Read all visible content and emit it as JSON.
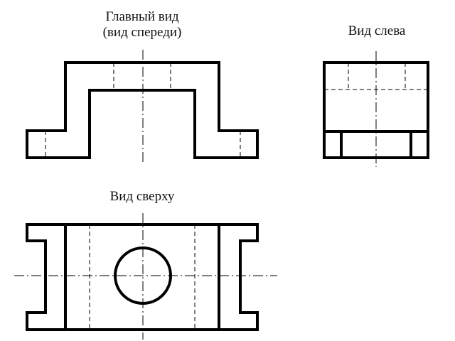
{
  "views": {
    "front": {
      "title_line1": "Главный вид",
      "title_line2": "(вид спереди)"
    },
    "side": {
      "title": "Вид слева"
    },
    "top": {
      "title": "Вид сверху"
    }
  },
  "colors": {
    "line": "#000000",
    "background": "#ffffff"
  }
}
